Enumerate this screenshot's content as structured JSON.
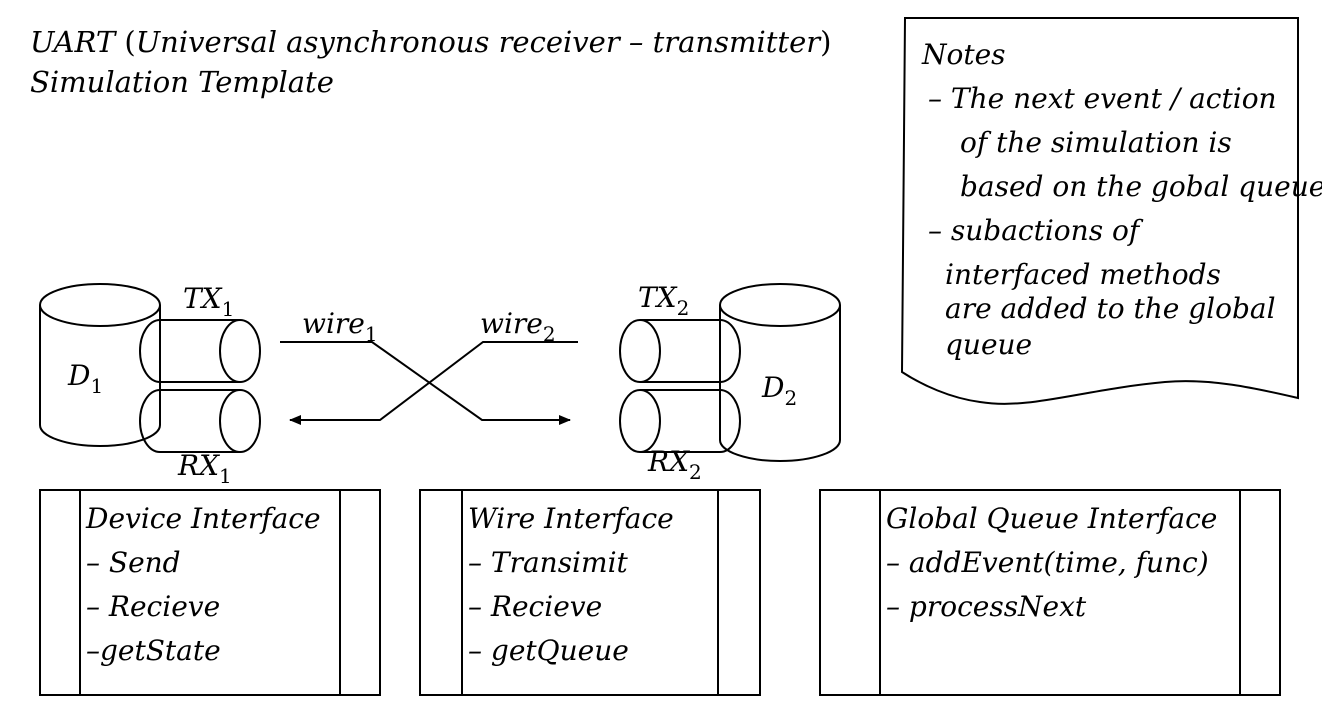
{
  "title": {
    "line1_a": "UART",
    "line1_b": "Universal asynchronous receiver – transmitter",
    "line2": "Simulation Template"
  },
  "notes": {
    "heading": "Notes",
    "lines": [
      "– The next event / action",
      "of the simulation is",
      "based on the gobal queue",
      "– subactions of",
      "interfaced methods",
      "are added to the global",
      "queue"
    ]
  },
  "devices": {
    "d1": {
      "name": "D",
      "sub": "1",
      "tx": "TX",
      "tx_sub": "1",
      "rx": "RX",
      "rx_sub": "1"
    },
    "d2": {
      "name": "D",
      "sub": "2",
      "tx": "TX",
      "tx_sub": "2",
      "rx": "RX",
      "rx_sub": "2"
    }
  },
  "wires": {
    "wire1": {
      "name": "wire",
      "sub": "1"
    },
    "wire2": {
      "name": "wire",
      "sub": "2"
    }
  },
  "interfaces": [
    {
      "title": "Device Interface",
      "items": [
        "– Send",
        "– Recieve",
        "–getState"
      ]
    },
    {
      "title": "Wire Interface",
      "items": [
        "– Transimit",
        "– Recieve",
        "– getQueue"
      ]
    },
    {
      "title": "Global Queue Interface",
      "items": [
        "– addEvent(time, func)",
        "– processNext"
      ]
    }
  ],
  "colors": {
    "stroke": "#000000",
    "background": "#ffffff"
  }
}
